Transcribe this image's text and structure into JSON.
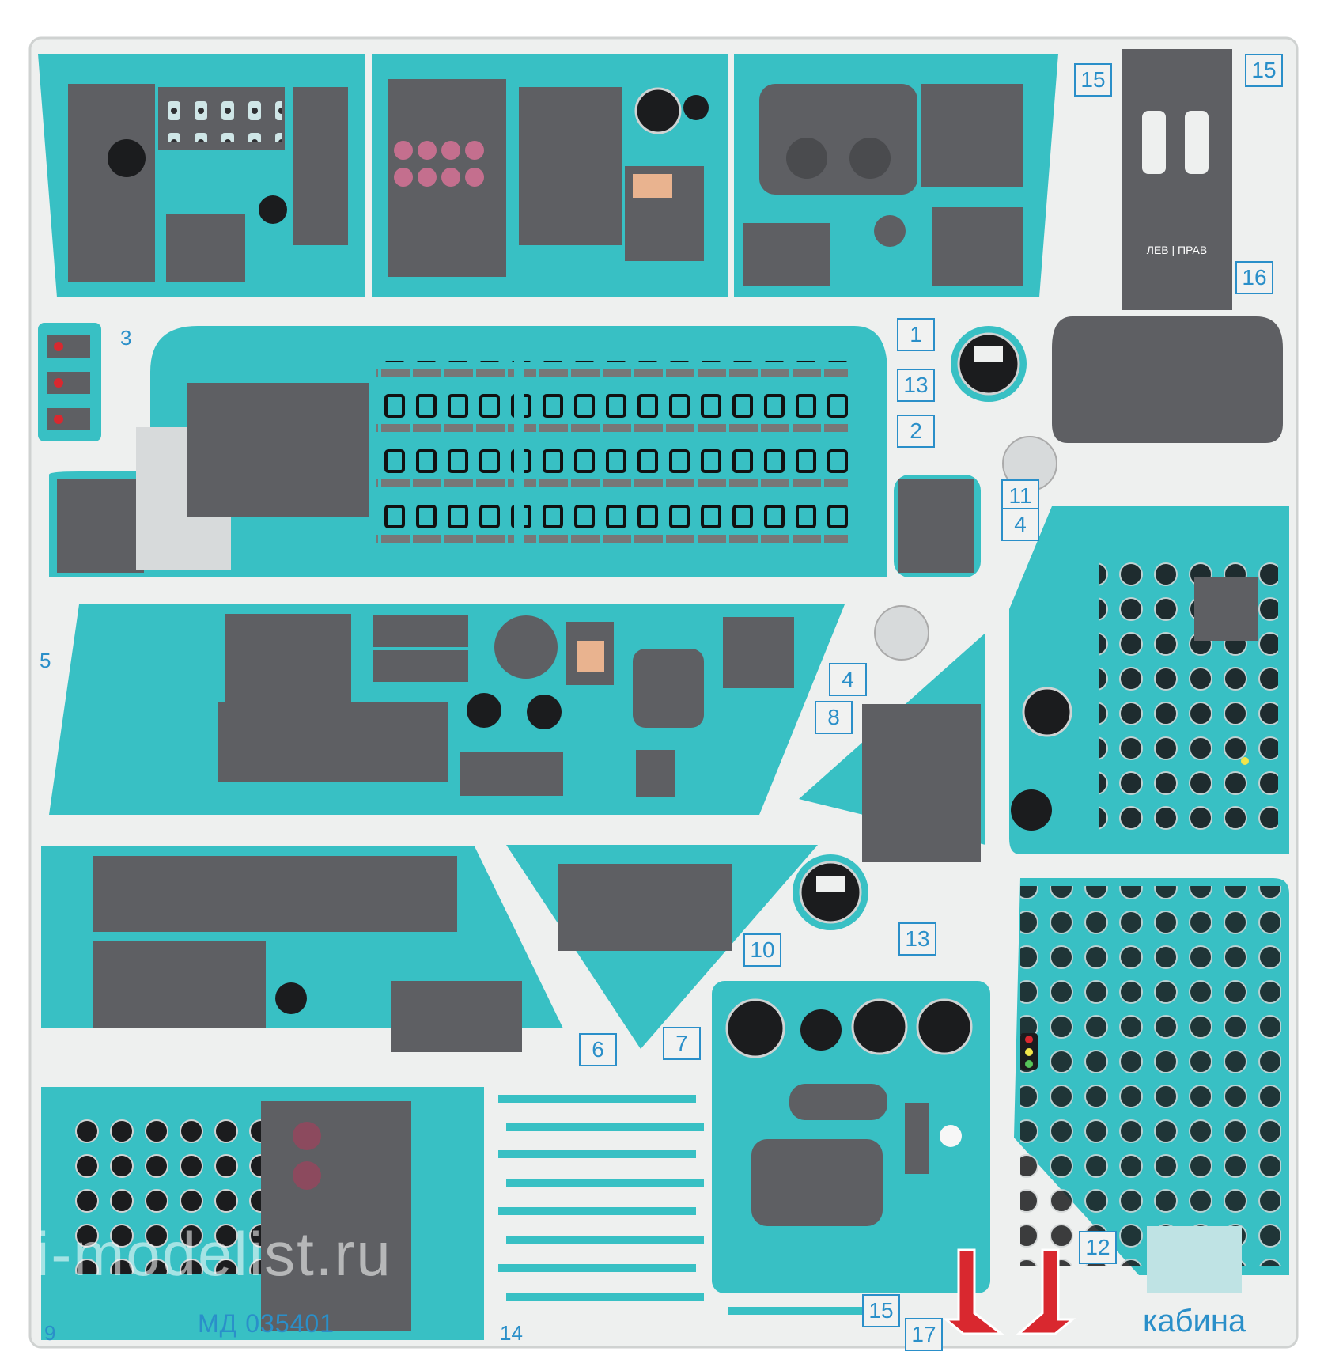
{
  "sheet": {
    "product_code": "МД 035401",
    "caption": "кабина",
    "watermark": "i-modelist.ru",
    "colors": {
      "fret": "#eef0ef",
      "panel": "#38c0c4",
      "gray": "#5e5f63",
      "instrument": "#1b1c1e",
      "number": "#2a8fc9",
      "red_part": "#d9282f",
      "swatch": "#bfe3e4"
    }
  },
  "part_numbers": {
    "n1": "1",
    "n2": "2",
    "n3": "3",
    "n4a": "4",
    "n4b": "4",
    "n5": "5",
    "n6": "6",
    "n7": "7",
    "n8": "8",
    "n9": "9",
    "n10": "10",
    "n11": "11",
    "n12": "12",
    "n13a": "13",
    "n13b": "13",
    "n14": "14",
    "n15a": "15",
    "n15b": "15",
    "n15c": "15",
    "n16": "16",
    "n17": "17"
  },
  "placard": "ЛЕВ | ПРАВ"
}
